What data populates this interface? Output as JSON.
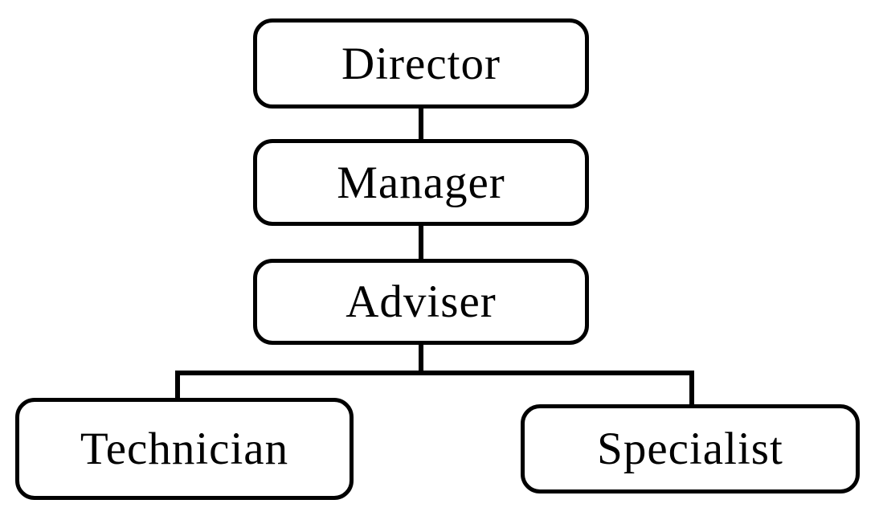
{
  "diagram": {
    "type": "org-chart",
    "background_color": "#ffffff",
    "line_color": "#000000",
    "box_fill_color": "#ffffff",
    "text_color": "#000000",
    "nodes": [
      {
        "id": "director",
        "label": "Director",
        "level": 1
      },
      {
        "id": "manager",
        "label": "Manager",
        "level": 2
      },
      {
        "id": "adviser",
        "label": "Adviser",
        "level": 3
      },
      {
        "id": "technician",
        "label": "Technician",
        "level": 4
      },
      {
        "id": "specialist",
        "label": "Specialist",
        "level": 4
      }
    ],
    "edges": [
      {
        "from": "director",
        "to": "manager"
      },
      {
        "from": "manager",
        "to": "adviser"
      },
      {
        "from": "adviser",
        "to": "technician"
      },
      {
        "from": "adviser",
        "to": "specialist"
      }
    ]
  }
}
